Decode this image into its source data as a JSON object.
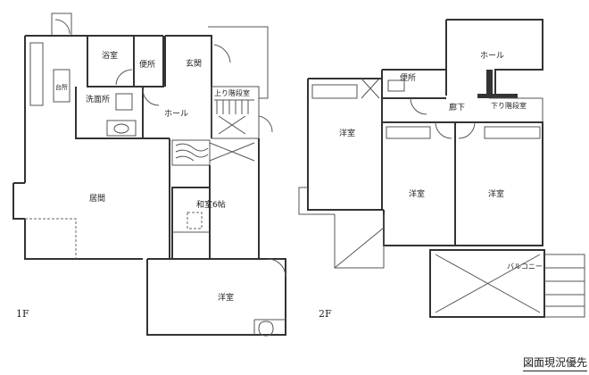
{
  "plan_1f": {
    "floor_label": "1F",
    "rooms": {
      "bath": "浴室",
      "toilet": "便所",
      "entrance": "玄関",
      "kitchen": "台所",
      "washroom": "洗面所",
      "hall": "ホール",
      "stairs_up": "上り階段室",
      "living": "居間",
      "japanese_room": "和室6帖",
      "western_room": "洋室"
    }
  },
  "plan_2f": {
    "floor_label": "2F",
    "rooms": {
      "hall": "ホール",
      "toilet": "便所",
      "corridor": "廊下",
      "stairs_down": "下り階段室",
      "western_room_1": "洋室",
      "western_room_2": "洋室",
      "western_room_3": "洋室",
      "balcony": "バルコニー"
    }
  },
  "footer_note": "図面現況優先"
}
